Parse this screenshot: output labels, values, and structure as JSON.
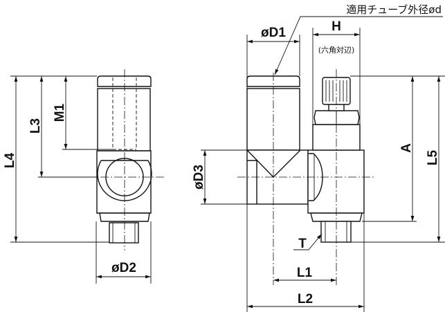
{
  "labels": {
    "L4": "L4",
    "L3": "L3",
    "M1": "M1",
    "D2": "øD2",
    "D1": "øD1",
    "H": "H",
    "hex_note": "(六角対辺)",
    "tube_od": "適用チューブ外径ød",
    "D3": "øD3",
    "A": "A",
    "L5": "L5",
    "T": "T",
    "L1": "L1",
    "L2": "L2"
  }
}
